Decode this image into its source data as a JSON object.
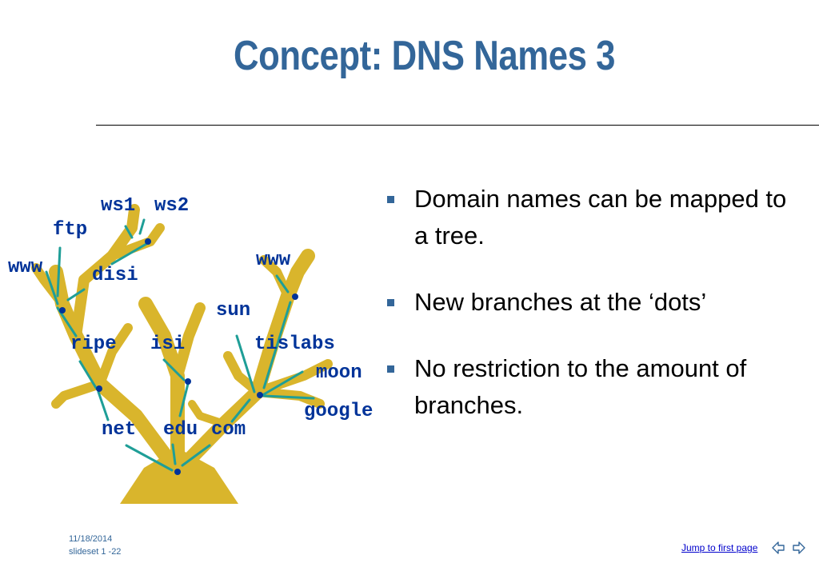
{
  "slide": {
    "title": "Concept: DNS Names 3",
    "bullets": [
      "Domain names can be mapped to a tree.",
      "New branches at the ‘dots’",
      "No restriction to the amount of branches."
    ],
    "footer": {
      "date": "11/18/2014",
      "slide": "slideset 1 -22",
      "jump_link": "Jump to first page"
    }
  },
  "tree": {
    "labels": {
      "ws1": "ws1",
      "ws2": "ws2",
      "ftp": "ftp",
      "www_left": "www",
      "disi": "disi",
      "www_right": "www",
      "sun": "sun",
      "ripe": "ripe",
      "isi": "isi",
      "tislabs": "tislabs",
      "moon": "moon",
      "google": "google",
      "net": "net",
      "edu": "edu",
      "com": "com"
    }
  },
  "colors": {
    "title": "#336699",
    "label": "#003399",
    "branch": "#d9b52c",
    "connector": "#1f9e97"
  },
  "icons": {
    "bullet": "square-bullet-icon",
    "prev": "arrow-left-icon",
    "next": "arrow-right-icon"
  }
}
